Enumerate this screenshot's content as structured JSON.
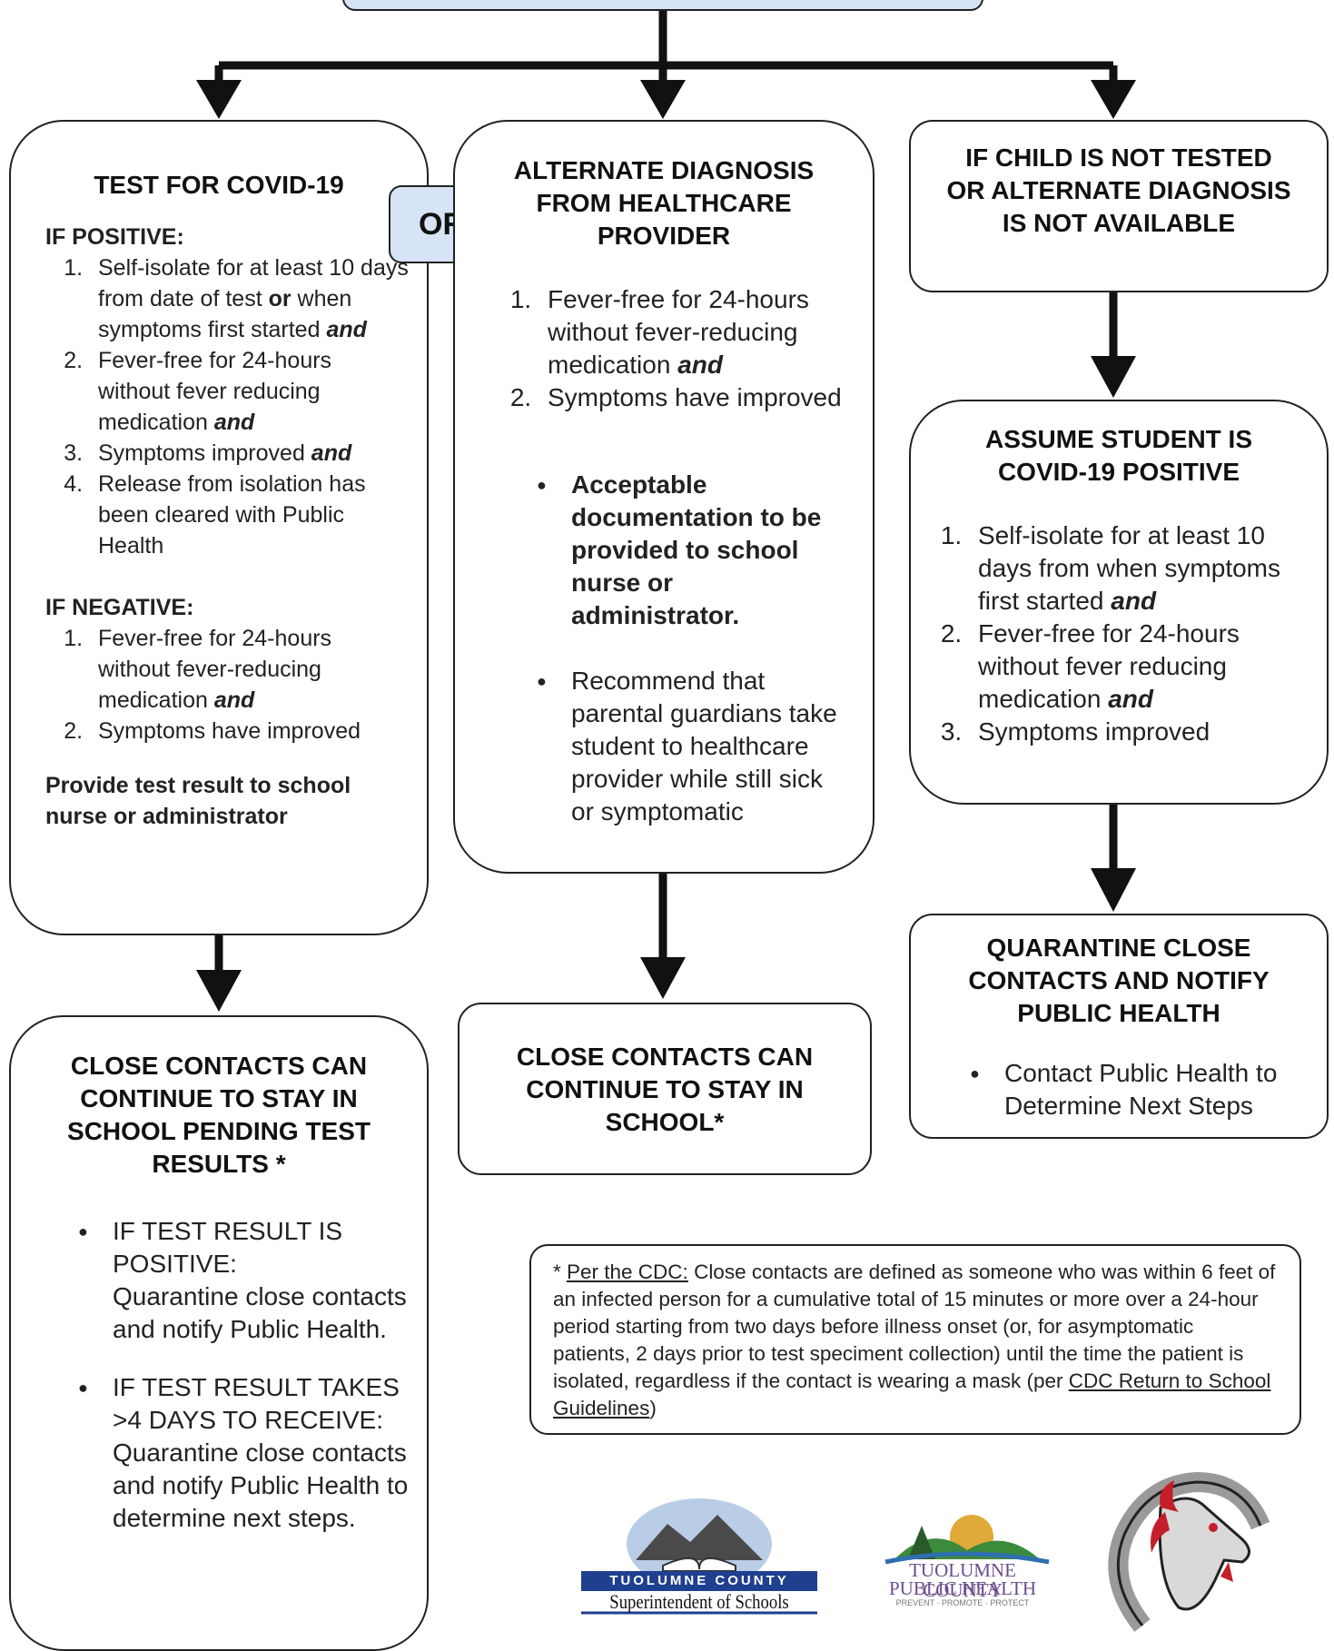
{
  "or_label": "OR",
  "col1": {
    "title": "TEST FOR COVID-19",
    "positive_heading": "IF POSITIVE:",
    "positive_items": [
      {
        "text": "Self-isolate for at least 10 days from date of test ",
        "mid": "or",
        "text2": " when symptoms first started ",
        "emph": "and"
      },
      {
        "text": "Fever-free for 24-hours without fever reducing medication ",
        "emph": "and"
      },
      {
        "text": "Symptoms improved ",
        "emph": "and"
      },
      {
        "text": "Release from isolation has been cleared with Public Health",
        "emph": ""
      }
    ],
    "negative_heading": "IF NEGATIVE:",
    "negative_items": [
      {
        "text": "Fever-free for 24-hours without fever-reducing medication ",
        "emph": "and"
      },
      {
        "text": "Symptoms have improved",
        "emph": ""
      }
    ],
    "provide_text": "Provide test result to school nurse or administrator"
  },
  "col1_bottom": {
    "title": "CLOSE CONTACTS CAN CONTINUE TO STAY IN SCHOOL PENDING TEST RESULTS *",
    "items": [
      {
        "head": "IF TEST RESULT IS POSITIVE:",
        "body": "Quarantine close contacts and notify Public Health."
      },
      {
        "head": "IF TEST RESULT TAKES >4 DAYS TO RECEIVE:",
        "body": "Quarantine close contacts and notify Public Health to determine next steps."
      }
    ]
  },
  "col2": {
    "title": "ALTERNATE DIAGNOSIS FROM HEALTHCARE PROVIDER",
    "items": [
      {
        "text": "Fever-free for 24-hours without fever-reducing medication ",
        "emph": "and"
      },
      {
        "text": "Symptoms have improved",
        "emph": ""
      }
    ],
    "bullets": [
      {
        "text": "Acceptable documentation to be provided to school nurse or administrator.",
        "bold": true
      },
      {
        "text": "Recommend that parental guardians take student to healthcare provider while still sick or symptomatic",
        "bold": false
      }
    ]
  },
  "col2_bottom": {
    "title": "CLOSE CONTACTS CAN CONTINUE TO STAY IN SCHOOL*"
  },
  "col3_top": {
    "title": "IF CHILD IS NOT TESTED OR ALTERNATE DIAGNOSIS IS NOT AVAILABLE"
  },
  "col3_mid": {
    "title": "ASSUME STUDENT IS COVID-19 POSITIVE",
    "items": [
      {
        "text": "Self-isolate for at least 10 days from when symptoms first started ",
        "emph": "and"
      },
      {
        "text": "Fever-free for 24-hours without fever reducing medication ",
        "emph": "and"
      },
      {
        "text": "Symptoms improved",
        "emph": ""
      }
    ]
  },
  "col3_bottom": {
    "title": "QUARANTINE CLOSE CONTACTS AND NOTIFY PUBLIC HEALTH",
    "bullet": "Contact Public Health to Determine Next Steps"
  },
  "footnote": {
    "star": "* ",
    "link1": "Per the CDC:",
    "body": " Close contacts are defined as someone who was within 6 feet of an infected person for a cumulative total of 15 minutes or more over a 24-hour period starting from two days before illness onset (or, for asymptomatic patients, 2 days prior to test speciment collection) until the time the patient is isolated, regardless if the contact is wearing a mask (per ",
    "link2": "CDC Return to School Guidelines",
    "end": ")"
  },
  "logos": {
    "superintendent": {
      "line1": "TUOLUMNE COUNTY",
      "line2": "Superintendent of Schools"
    },
    "public_health": {
      "line1": "TUOLUMNE COUNTY",
      "line2": "PUBLIC HEALTH",
      "line3": "PREVENT · PROMOTE · PROTECT"
    },
    "mascot_icon": "horse-head-horseshoe-icon"
  },
  "colors": {
    "accent_fill": "#d6e4f5",
    "stroke": "#222222",
    "navy": "#1f3f8f",
    "purple": "#6b4c8c"
  }
}
